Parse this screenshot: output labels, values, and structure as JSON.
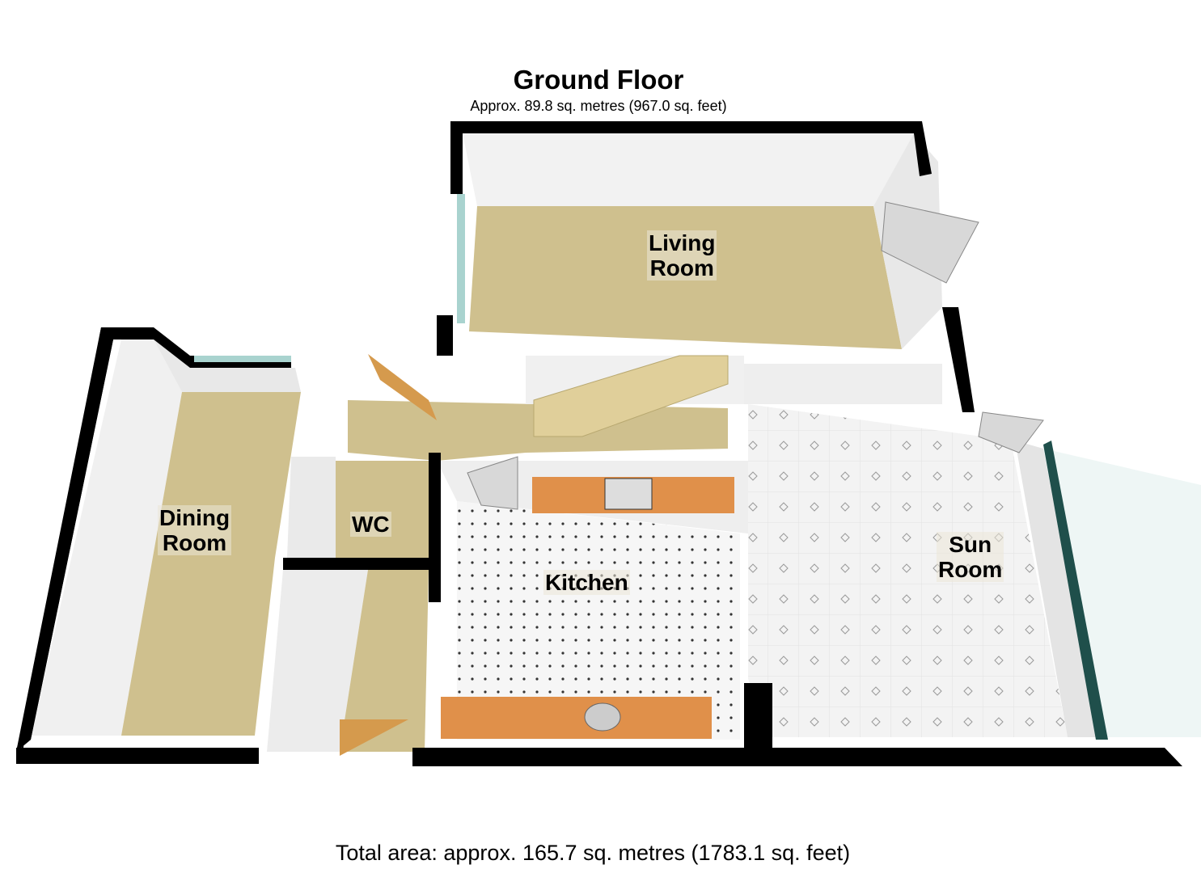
{
  "floor": {
    "title": "Ground Floor",
    "area": "Approx. 89.8 sq. metres (967.0 sq. feet)"
  },
  "rooms": {
    "living": [
      "Living",
      "Room"
    ],
    "dining": [
      "Dining",
      "Room"
    ],
    "wc": "WC",
    "kitchen": "Kitchen",
    "sun": [
      "Sun",
      "Room"
    ]
  },
  "total_area": "Total area: approx. 165.7 sq. metres (1783.1 sq. feet)",
  "colors": {
    "wall": "#000000",
    "carpet": "#cfc08e",
    "tile": "#f2f2f2",
    "worktop": "#e0904a",
    "glass": "#a9d3cf"
  }
}
